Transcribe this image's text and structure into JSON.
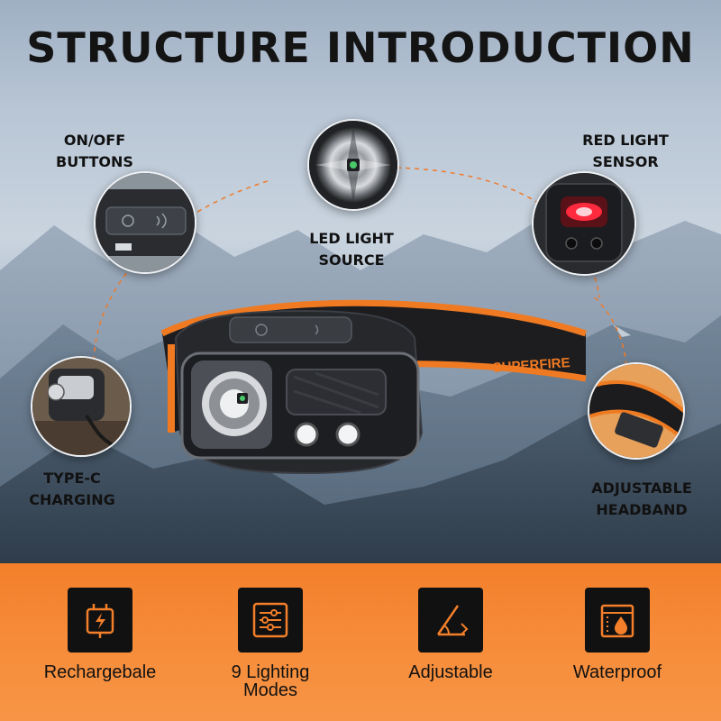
{
  "title": "STRUCTURE INTRODUCTION",
  "brand": "SUPERFIRE",
  "callouts": {
    "on_off": "ON/OFF\nBUTTONS",
    "led": "LED LIGHT\nSOURCE",
    "red_light": "RED LIGHT\nSENSOR",
    "type_c": "TYPE-C\nCHARGING",
    "headband": "ADJUSTABLE\nHEADBAND"
  },
  "features": [
    {
      "label": "Rechargebale",
      "icon": "plug-icon"
    },
    {
      "label": "9 Lighting\nModes",
      "icon": "sliders-icon"
    },
    {
      "label": "Adjustable",
      "icon": "angle-icon"
    },
    {
      "label": "Waterproof",
      "icon": "water-drop-icon"
    }
  ],
  "colors": {
    "accent_orange": "#f37f2a",
    "red_led": "#e8243a",
    "text_dark": "#111111"
  }
}
